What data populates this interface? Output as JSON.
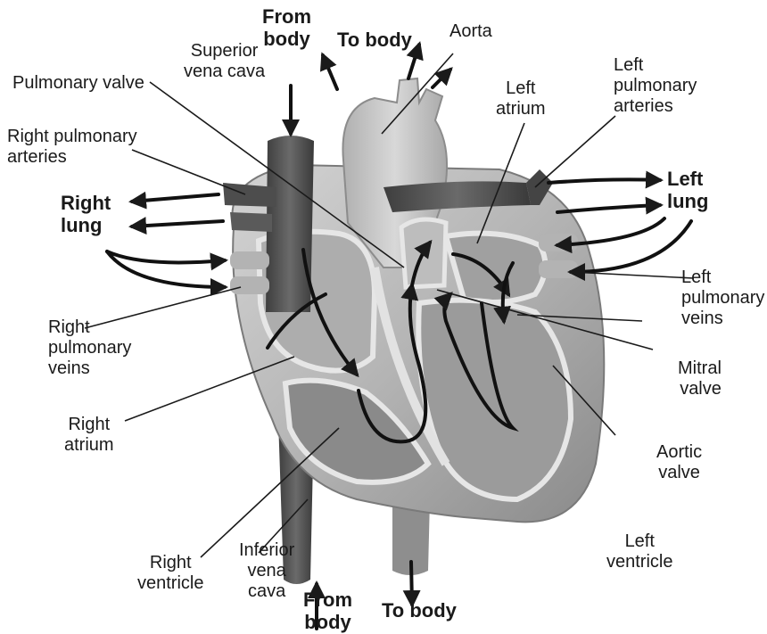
{
  "labels": {
    "from_body_top": [
      "From",
      "body"
    ],
    "to_body_top": "To body",
    "superior_vena_cava": [
      "Superior",
      "vena cava"
    ],
    "aorta": "Aorta",
    "pulmonary_valve": "Pulmonary valve",
    "right_pulmonary_arteries": [
      "Right pulmonary",
      "arteries"
    ],
    "left_atrium": [
      "Left",
      "atrium"
    ],
    "left_pulmonary_arteries": [
      "Left",
      "pulmonary",
      "arteries"
    ],
    "right_lung": [
      "Right",
      "lung"
    ],
    "left_lung": [
      "Left",
      "lung"
    ],
    "left_pulmonary_veins": [
      "Left",
      "pulmonary",
      "veins"
    ],
    "right_pulmonary_veins": [
      "Right",
      "pulmonary",
      "veins"
    ],
    "mitral_valve": [
      "Mitral",
      "valve"
    ],
    "right_atrium": [
      "Right",
      "atrium"
    ],
    "aortic_valve": [
      "Aortic",
      "valve"
    ],
    "right_ventricle": [
      "Right",
      "ventricle"
    ],
    "inferior_vena_cava": [
      "Inferior",
      "vena",
      "cava"
    ],
    "from_body_bottom": [
      "From",
      "body"
    ],
    "to_body_bottom": "To body",
    "left_ventricle": [
      "Left",
      "ventricle"
    ]
  },
  "colors": {
    "tissue_light": "#c9c9c9",
    "tissue_mid": "#9a9a9a",
    "tissue_dark": "#5f5f5f",
    "vessel_dark": "#4a4a4a",
    "line": "#1a1a1a"
  }
}
